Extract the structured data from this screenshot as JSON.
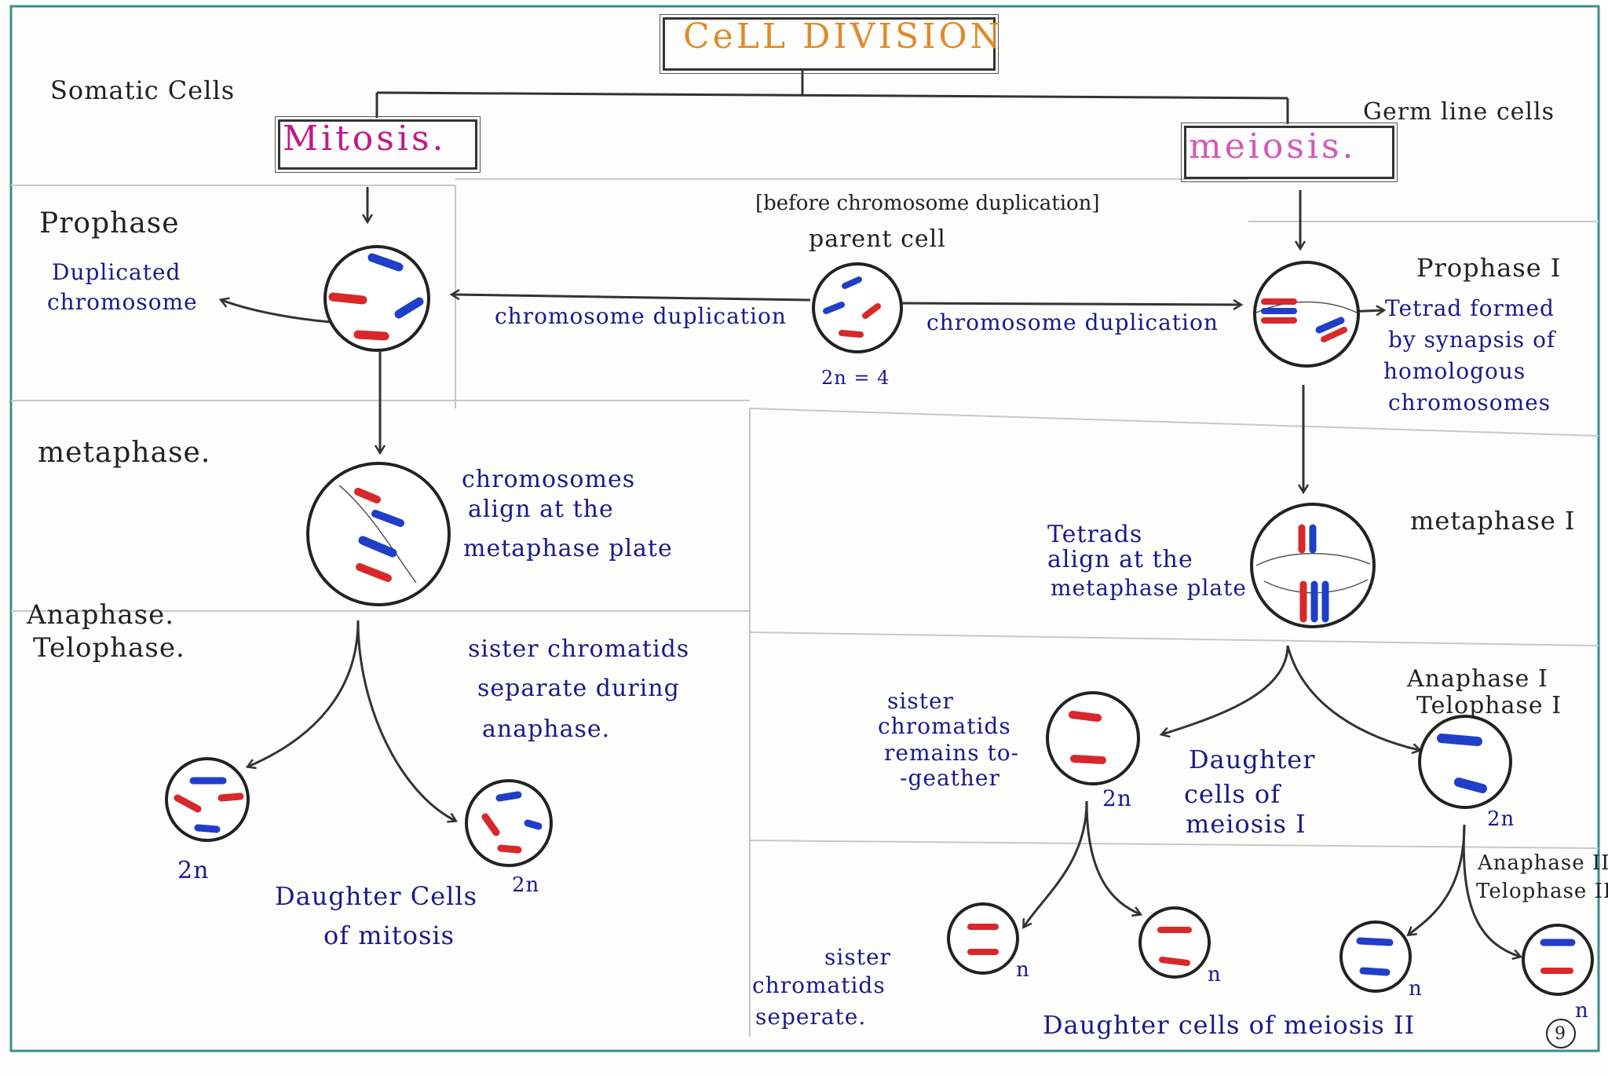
{
  "title": "CeLL DIVISION",
  "left_branch": {
    "cell_type": "Somatic Cells",
    "process": "Mitosis."
  },
  "right_branch": {
    "cell_type": "Germ line cells",
    "process": "meiosis."
  },
  "parent": {
    "note": "[before chromosome duplication]",
    "label": "parent cell",
    "ploidy": "2n = 4",
    "left_arrow": "chromosome duplication",
    "right_arrow": "chromosome duplication"
  },
  "mitosis": {
    "prophase": "Prophase",
    "duplicated": [
      "Duplicated",
      "chromosome"
    ],
    "metaphase": "metaphase.",
    "metaphase_note": [
      "chromosomes",
      "align at the",
      "metaphase plate"
    ],
    "anaphase": [
      "Anaphase.",
      "Telophase."
    ],
    "anaphase_note": [
      "sister chromatids",
      "separate during",
      "anaphase."
    ],
    "daughter_left_ploidy": "2n",
    "daughter_right_ploidy": "2n",
    "daughter_label": [
      "Daughter Cells",
      "of mitosis"
    ]
  },
  "meiosis": {
    "prophase": "Prophase I",
    "tetrad_note": [
      "Tetrad formed",
      "by synapsis of",
      "homologous",
      "chromosomes"
    ],
    "metaphase": "metaphase I",
    "metaphase_note": [
      "Tetrads",
      "align at the",
      "metaphase plate"
    ],
    "anaphase1": [
      "Anaphase I",
      "Telophase I"
    ],
    "sister_together": [
      "sister",
      "chromatids",
      "remains to-",
      "-geather"
    ],
    "daughter1_label": [
      "Daughter",
      "cells of",
      "meiosis I"
    ],
    "d1_left_ploidy": "2n",
    "d1_right_ploidy": "2n",
    "anaphase2": [
      "Anaphase II",
      "Telophase II"
    ],
    "sister_separate": [
      "sister",
      "chromatids",
      "seperate."
    ],
    "d2_ploidy": [
      "n",
      "n",
      "n",
      "n"
    ],
    "daughter2_label": "Daughter cells of meiosis II",
    "page_number": "9"
  },
  "colors": {
    "ink": "#1a1a8a",
    "red": "#d8282a",
    "blue": "#1f3fc8",
    "outline": "#222222"
  }
}
